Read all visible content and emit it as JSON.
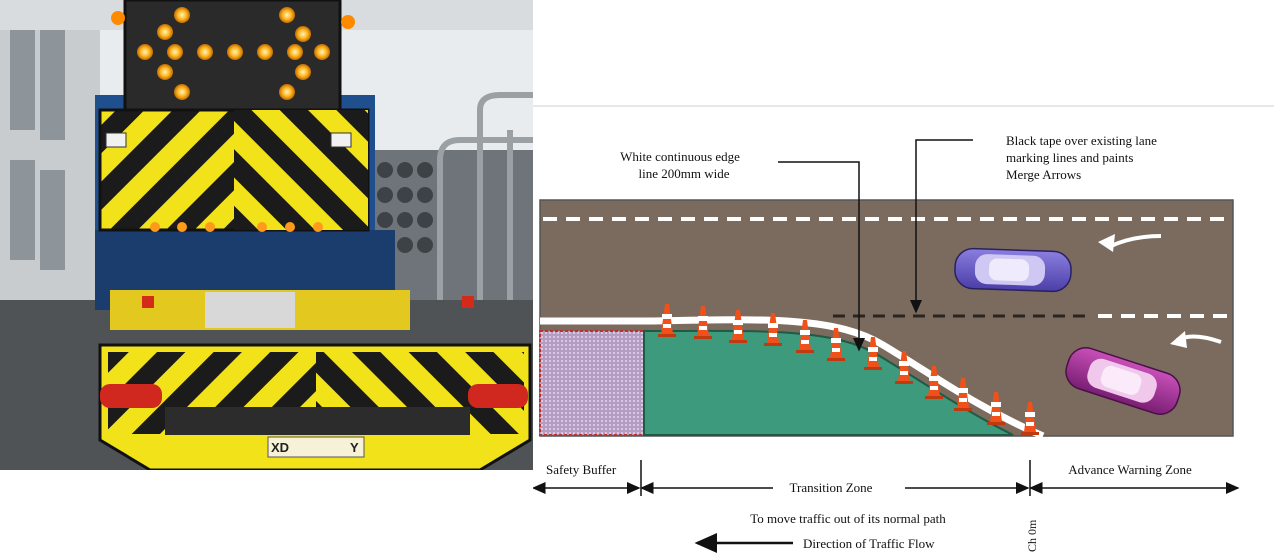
{
  "photo": {
    "plate_left": "XD",
    "plate_right": "Y"
  },
  "diagram": {
    "callouts": {
      "edge_line_1": "White continuous edge",
      "edge_line_2": "line 200mm wide",
      "tape_1": "Black tape over existing lane",
      "tape_2": "marking lines and paints",
      "tape_3": "Merge Arrows"
    },
    "zones": {
      "safety_buffer": "Safety Buffer",
      "transition": "Transition Zone",
      "advance_warning": "Advance Warning Zone"
    },
    "chainage": "Ch 0m",
    "purpose": "To move traffic out of its normal path",
    "direction": "Direction of Traffic Flow"
  },
  "colors": {
    "road": "#7b6b5e",
    "taper": "#3e9a7c",
    "buffer": "#b49cc4",
    "car_upper": "#6a5bc9",
    "car_lower": "#a12e9a",
    "chevron_yellow": "#f2e21a"
  }
}
